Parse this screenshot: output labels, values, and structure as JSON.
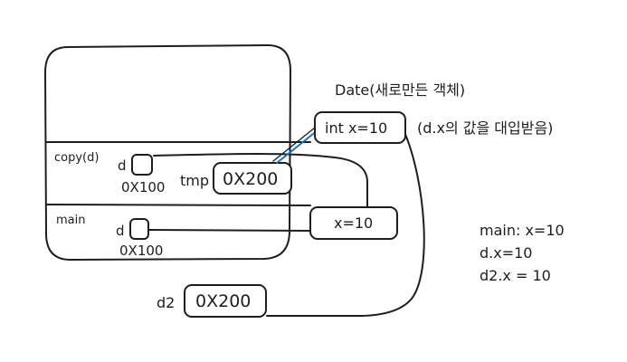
{
  "stack": {
    "frame_copy": "copy(d)",
    "frame_main": "main",
    "copy_var": "d",
    "copy_addr": "0X100",
    "tmp_label": "tmp",
    "tmp_value": "0X200",
    "main_var": "d",
    "main_addr": "0X100"
  },
  "heap": {
    "date_title": "Date(새로만든 객체)",
    "new_object_field": "int x=10",
    "new_object_note": "(d.x의 값을 대입받음)",
    "original_object_field": "x=10"
  },
  "global": {
    "d2_label": "d2",
    "d2_value": "0X200"
  },
  "results": {
    "line1": "main: x=10",
    "line2": "d.x=10",
    "line3": "d2.x = 10"
  },
  "colors": {
    "stroke": "#1e1e1e",
    "highlight_arrow": "#1971c2"
  }
}
